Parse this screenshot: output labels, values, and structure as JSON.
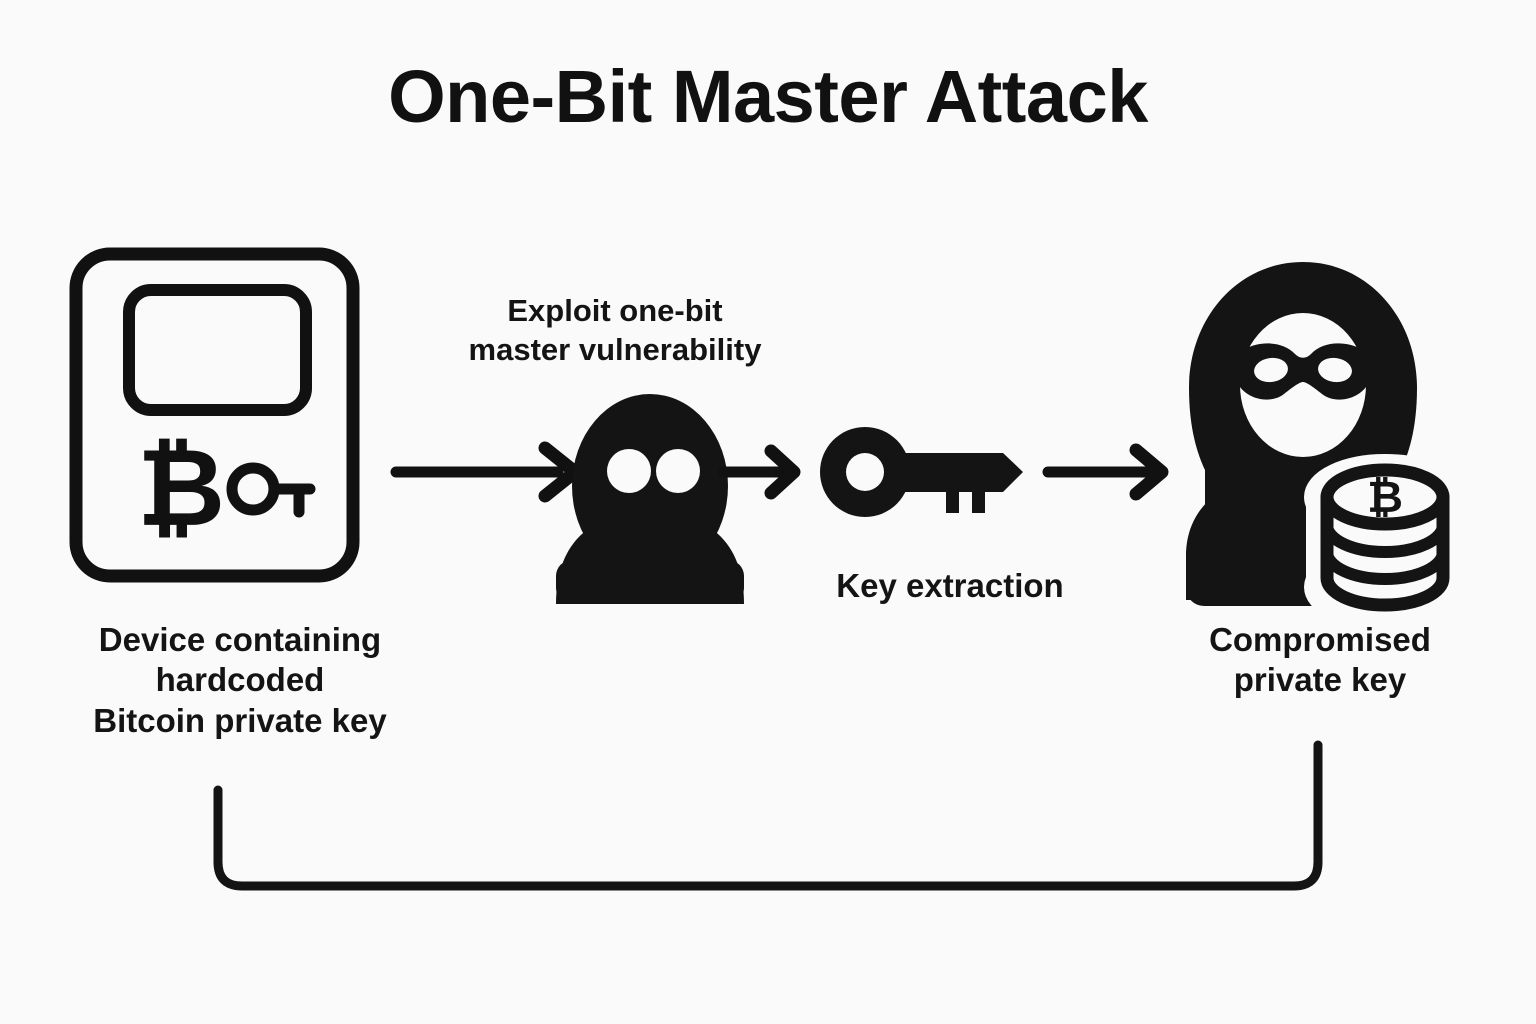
{
  "page": {
    "title": "One-Bit Master Attack",
    "background_color": "#fafafa",
    "ink_color": "#111111"
  },
  "diagram": {
    "type": "flow",
    "nodes": [
      {
        "id": "device",
        "icon": "device-with-bitcoin-key-icon",
        "label": "Device containing\nhardcoded\nBitcoin private key"
      },
      {
        "id": "attacker",
        "icon": "masked-thief-icon",
        "label": ""
      },
      {
        "id": "key",
        "icon": "key-icon",
        "label": "Key extraction"
      },
      {
        "id": "hacker",
        "icon": "hooded-hacker-with-bitcoin-coins-icon",
        "label": "Compromised\nprivate key"
      }
    ],
    "edges": [
      {
        "id": "edge-device-to-attacker",
        "from": "device",
        "to": "attacker",
        "label": "Exploit one-bit\nmaster vulnerability",
        "arrow": true
      },
      {
        "id": "edge-attacker-to-key",
        "from": "attacker",
        "to": "key",
        "label": "",
        "arrow": true
      },
      {
        "id": "edge-key-to-hacker",
        "from": "key",
        "to": "hacker",
        "label": "",
        "arrow": true
      },
      {
        "id": "edge-feedback",
        "from": "hacker",
        "to": "device",
        "label": "",
        "arrow": false
      }
    ],
    "bitcoin_symbol": "₿"
  }
}
